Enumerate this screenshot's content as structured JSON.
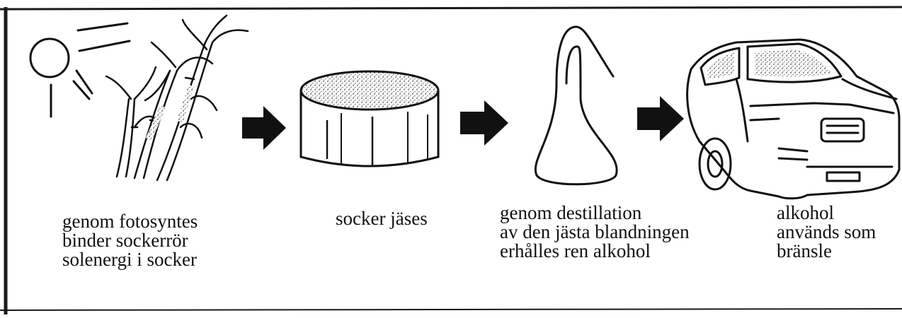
{
  "diagram": {
    "steps": [
      {
        "id": "photosynthesis",
        "lines": [
          "genom fotosyntes",
          "binder sockerrör",
          "solenergi i socker"
        ]
      },
      {
        "id": "fermentation",
        "lines": [
          "socker jäses"
        ]
      },
      {
        "id": "distillation",
        "lines": [
          "genom destillation",
          "av den jästa blandningen",
          "erhålles ren alkohol"
        ]
      },
      {
        "id": "fuel",
        "lines": [
          "alkohol",
          "används som",
          "bränsle"
        ]
      }
    ],
    "colors": {
      "ink": "#111111",
      "frame": "#1a1a1a",
      "stipple": "#555555"
    },
    "icons": [
      "sun-icon",
      "sugarcane-icon",
      "sugar-tub-icon",
      "distillation-flask-icon",
      "car-icon",
      "arrow-right-icon"
    ]
  }
}
